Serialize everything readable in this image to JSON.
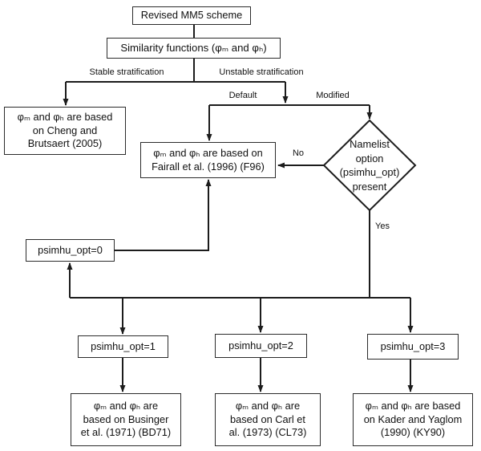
{
  "diagram_title": "Revised MM5 scheme flowchart",
  "colors": {
    "line": "#1c1c1c",
    "box_border": "#2b2b2b",
    "background": "#ffffff",
    "text": "#111111"
  },
  "nodes": {
    "revised_mm5": {
      "label": "Revised MM5 scheme"
    },
    "similarity": {
      "label": "Similarity functions (φₘ and φₕ)"
    },
    "cheng": {
      "lines": [
        "φₘ and φₕ are based",
        "on Cheng and",
        "Brutsaert (2005)"
      ]
    },
    "fairall": {
      "lines": [
        "φₘ and φₕ are based on",
        "Fairall et al. (1996) (F96)"
      ]
    },
    "namelist_decision": {
      "lines": [
        "Namelist",
        "option",
        "(psimhu_opt)",
        "present"
      ]
    },
    "opt0": {
      "label": "psimhu_opt=0"
    },
    "opt1": {
      "label": "psimhu_opt=1"
    },
    "opt2": {
      "label": "psimhu_opt=2"
    },
    "opt3": {
      "label": "psimhu_opt=3"
    },
    "businger": {
      "lines": [
        "φₘ and φₕ are",
        "based on Businger",
        "et al. (1971) (BD71)"
      ]
    },
    "carl": {
      "lines": [
        "φₘ and φₕ are",
        "based on Carl et",
        "al. (1973) (CL73)"
      ]
    },
    "kader": {
      "lines": [
        "φₘ and φₕ are based",
        "on Kader and Yaglom",
        "(1990) (KY90)"
      ]
    }
  },
  "edge_labels": {
    "stable": "Stable stratification",
    "unstable": "Unstable stratification",
    "default": "Default",
    "modified": "Modified",
    "no": "No",
    "yes": "Yes"
  }
}
